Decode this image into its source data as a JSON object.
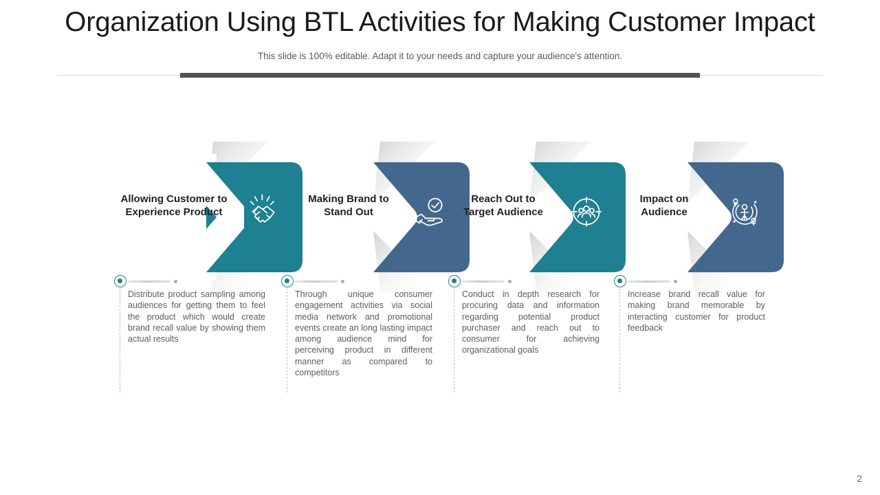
{
  "header": {
    "title": "Organization Using BTL Activities for Making Customer Impact",
    "subtitle": "This slide is 100% editable. Adapt it to your needs and capture your audience's attention."
  },
  "colors": {
    "teal": "#1f8091",
    "teal_shade": "#1a6e7e",
    "blue": "#44688d",
    "blue_shade": "#3b5b7c",
    "text_dark": "#231f20",
    "text_body": "#5a5d61",
    "divider_thick": "#545454",
    "divider_thin": "#d9d9d9"
  },
  "stages": [
    {
      "heading": "Allowing Customer to\nExperience Product",
      "icon": "handshake-icon",
      "color": "teal",
      "note": "Distribute product sampling among audiences for getting them to feel the product which would create brand recall value by showing them actual results"
    },
    {
      "heading": "Making Brand to\nStand Out",
      "icon": "hand-holding-check-badge-icon",
      "color": "blue",
      "note": "Through unique consumer engagement activities via social media network and promotional events create an long lasting impact among audience mind for perceiving product in different manner as compared to competitors"
    },
    {
      "heading": "Reach Out to\nTarget Audience",
      "icon": "target-audience-group-icon",
      "color": "teal",
      "note": "Conduct in depth research for procuring data and information regarding potential product purchaser and reach out to consumer for achieving organizational goals"
    },
    {
      "heading": "Impact on\nAudience",
      "icon": "person-impact-radar-icon",
      "color": "blue",
      "note": "Increase brand recall value for making brand memorable by interacting customer for product feedback"
    }
  ],
  "footer": {
    "page_number": "2"
  }
}
